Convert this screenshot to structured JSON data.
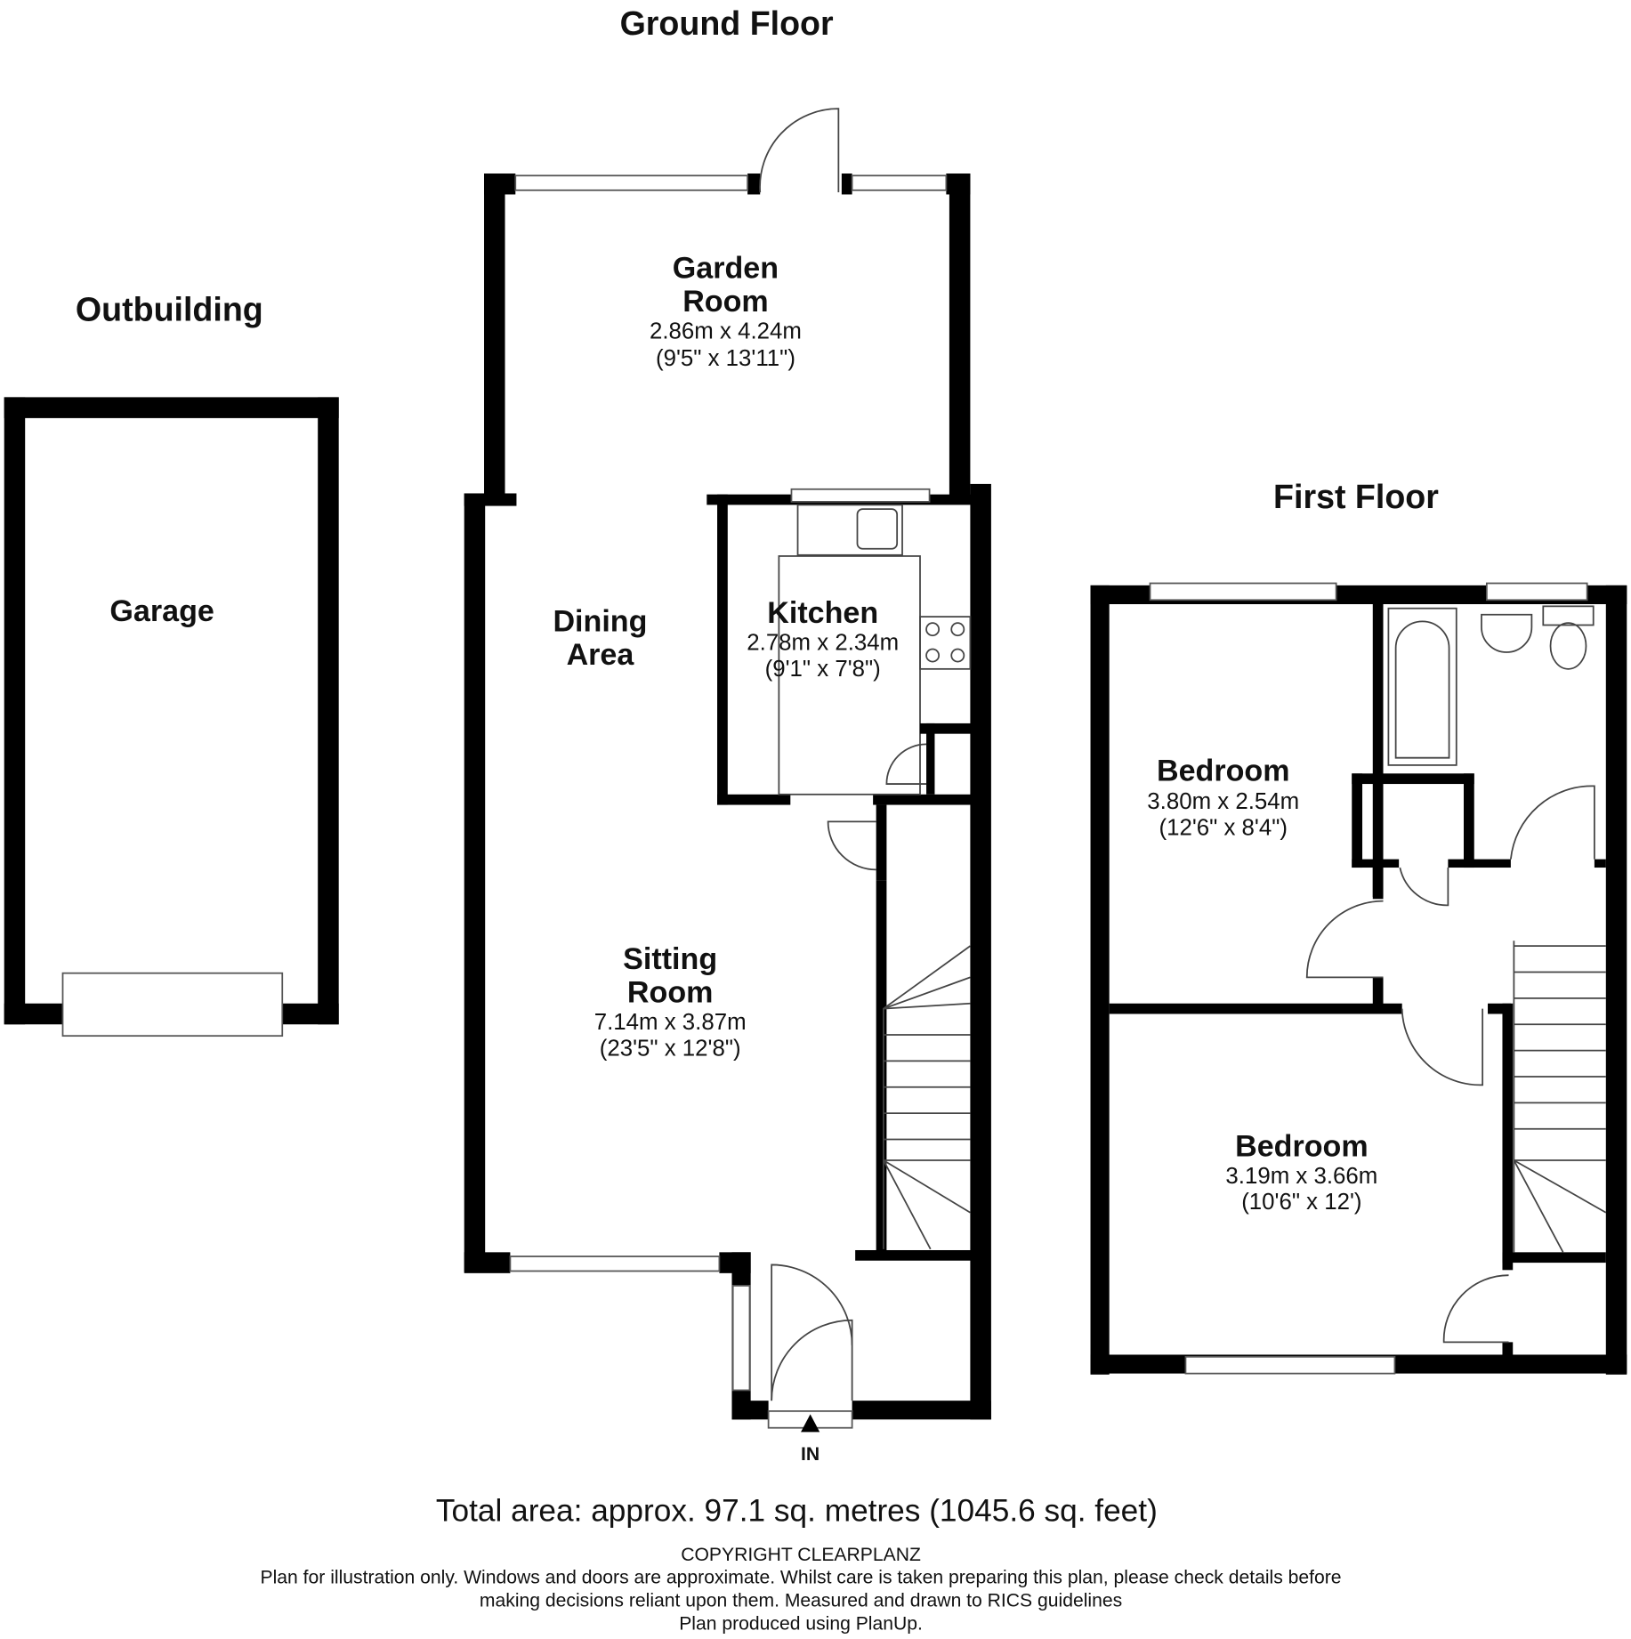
{
  "headings": {
    "ground_floor": "Ground Floor",
    "first_floor": "First Floor",
    "outbuilding": "Outbuilding"
  },
  "rooms": {
    "garage": {
      "name": "Garage"
    },
    "garden_room": {
      "name_line1": "Garden",
      "name_line2": "Room",
      "metric": "2.86m x 4.24m",
      "imperial": "(9'5\" x 13'11\")"
    },
    "dining_area": {
      "name_line1": "Dining",
      "name_line2": "Area"
    },
    "kitchen": {
      "name": "Kitchen",
      "metric": "2.78m x 2.34m",
      "imperial": "(9'1\" x 7'8\")"
    },
    "sitting_room": {
      "name_line1": "Sitting",
      "name_line2": "Room",
      "metric": "7.14m x 3.87m",
      "imperial": "(23'5\" x 12'8\")"
    },
    "bedroom_1": {
      "name": "Bedroom",
      "metric": "3.80m x 2.54m",
      "imperial": "(12'6\" x 8'4\")"
    },
    "bedroom_2": {
      "name": "Bedroom",
      "metric": "3.19m x 3.66m",
      "imperial": "(10'6\" x 12')"
    }
  },
  "entrance_label": "IN",
  "footer": {
    "total_area": "Total area: approx. 97.1 sq. metres (1045.6 sq. feet)",
    "copyright": "COPYRIGHT CLEARPLANZ",
    "disclaimer_line1": "Plan for illustration only. Windows and doors are approximate. Whilst care is taken preparing this plan, please check details before",
    "disclaimer_line2": "making decisions reliant upon them. Measured and drawn to RICS guidelines",
    "produced_by": "Plan produced using PlanUp."
  }
}
